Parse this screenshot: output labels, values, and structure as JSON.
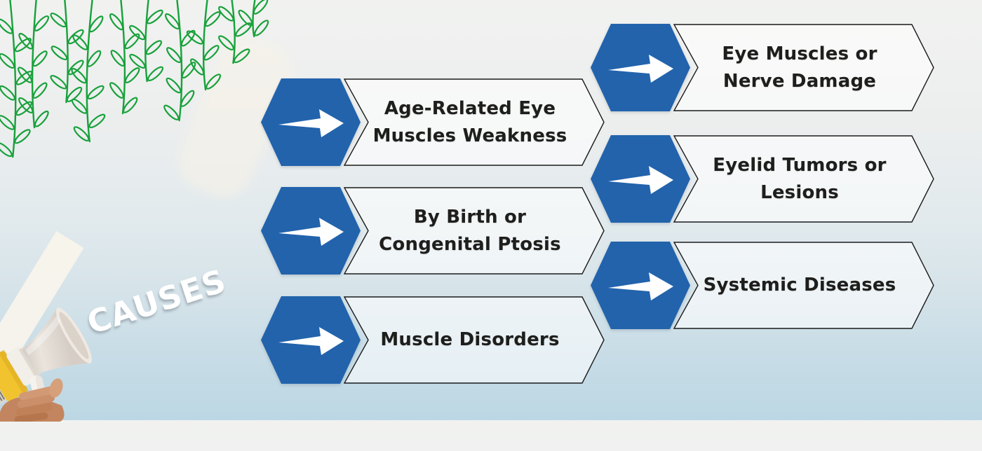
{
  "title": {
    "label": "CAUSES"
  },
  "items": {
    "left": [
      {
        "label": "Age-Related Eye Muscles Weakness"
      },
      {
        "label": "By Birth or Congenital Ptosis"
      },
      {
        "label": "Muscle Disorders"
      }
    ],
    "right": [
      {
        "label": "Eye Muscles or Nerve Damage"
      },
      {
        "label": "Eyelid Tumors or Lesions"
      },
      {
        "label": "Systemic Diseases"
      }
    ]
  },
  "colors": {
    "hexagon_blue": "#2263ac",
    "banner_outline": "#1b1b1b",
    "text_dark": "#1e1e1c",
    "leaf_green": "#18a13b",
    "beam_ivory": "#f8f3ea",
    "megaphone_yellow": "#f1c32f",
    "background_top": "#f1f2f0",
    "background_bottom": "#bcd7e4"
  }
}
